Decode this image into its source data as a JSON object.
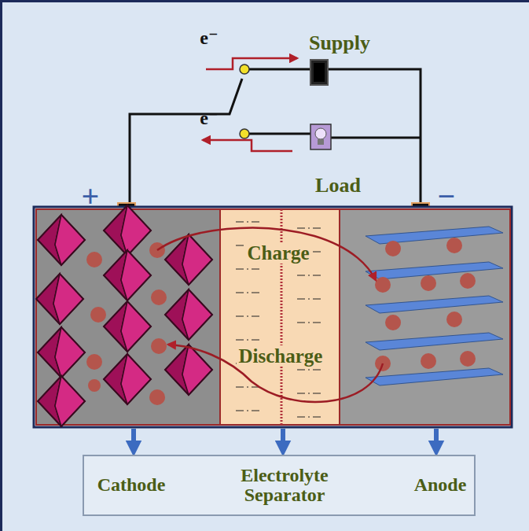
{
  "diagram": {
    "nodes": [
      {
        "text": [
          "Supply"
        ]
      },
      {
        "text": [
          "Load"
        ]
      },
      {
        "text": [
          "Cathode",
          "Electrolyte Separator",
          "Anode"
        ]
      }
    ],
    "labels": [
      "e⁻",
      "e⁻",
      "+",
      "−",
      "Charge",
      "Discharge"
    ]
  }
}
